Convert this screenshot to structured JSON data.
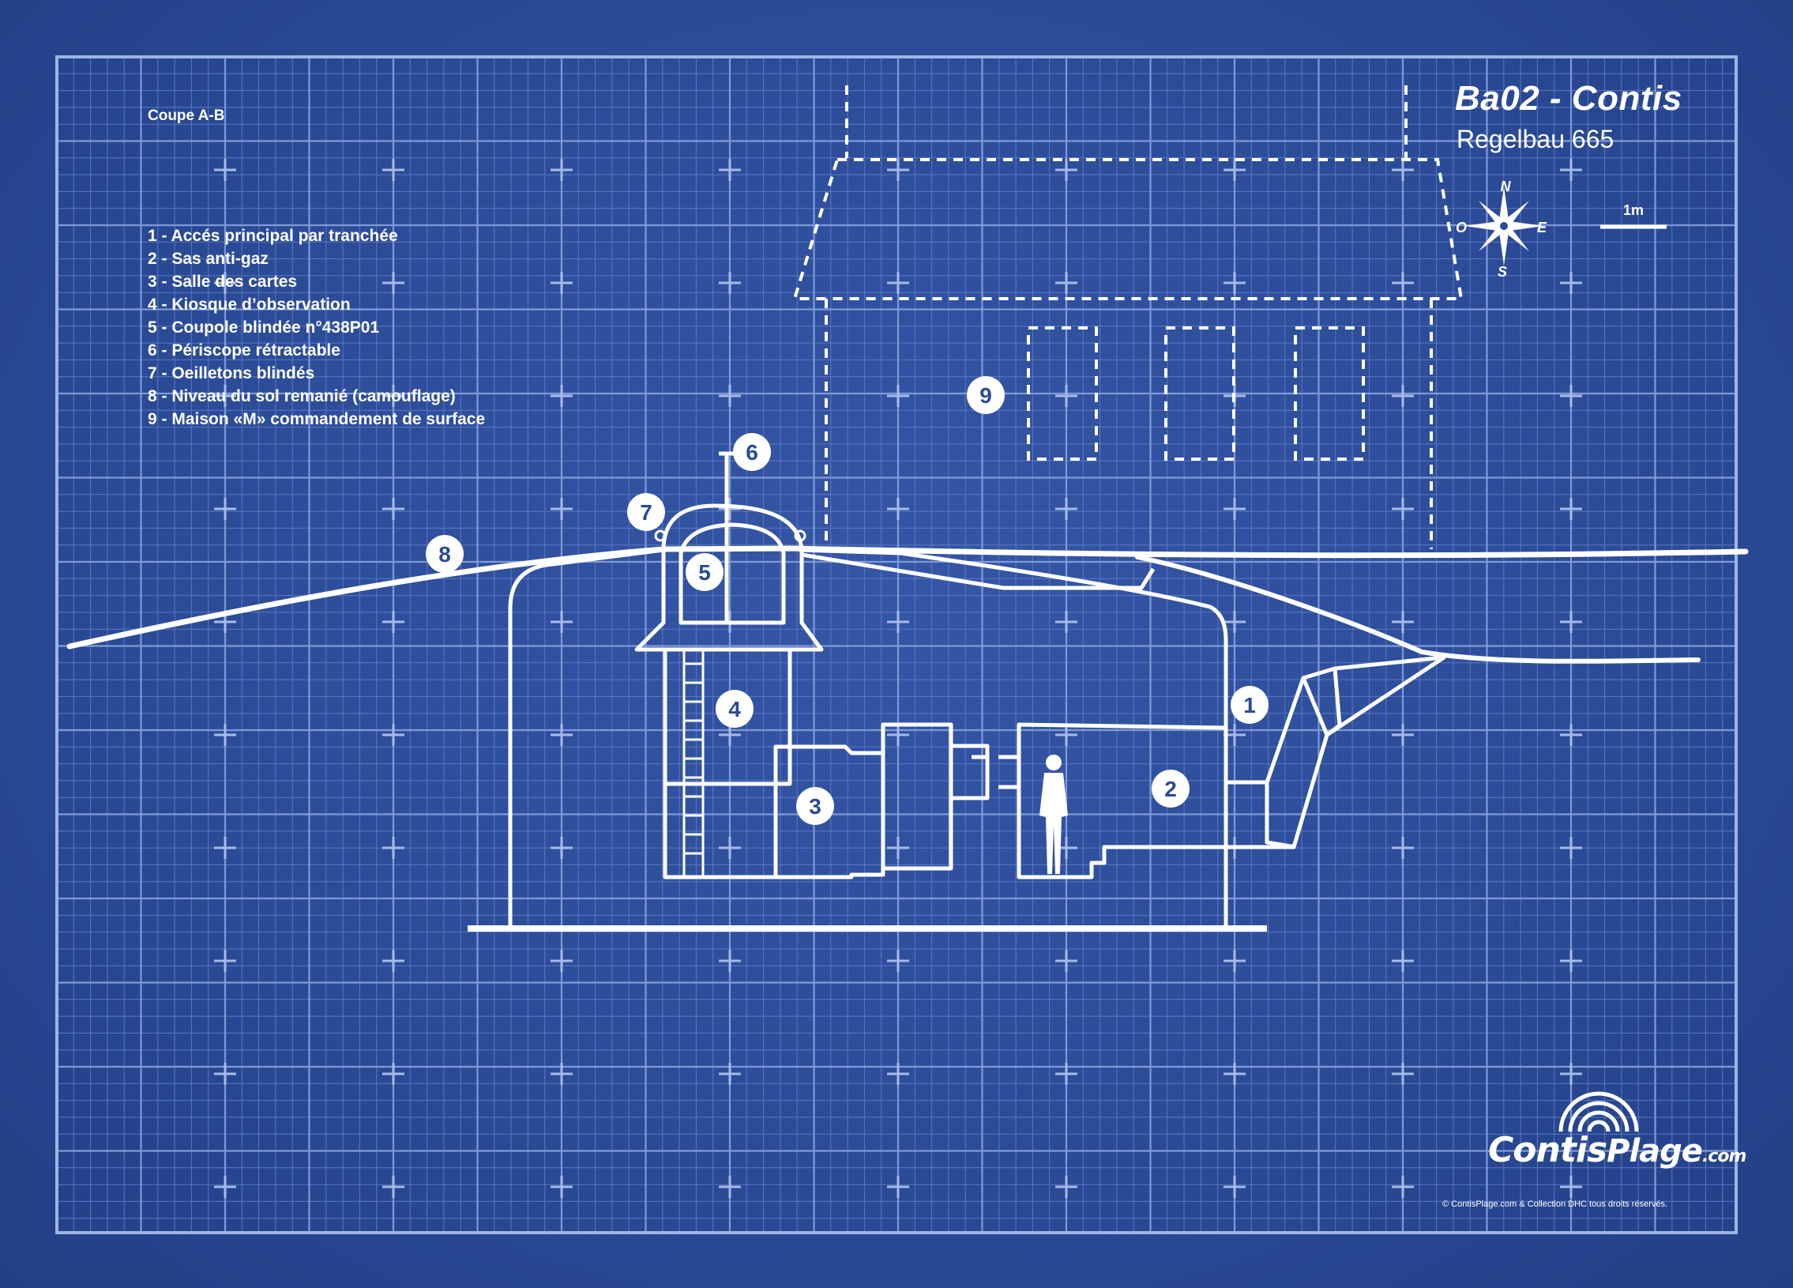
{
  "header": {
    "title": "Ba02 - Contis",
    "subtitle": "Regelbau 665"
  },
  "section_label": "Coupe A-B",
  "legend": [
    "1 - Accés principal par tranchée",
    "2 - Sas anti-gaz",
    "3 - Salle des cartes",
    "4 - Kiosque d’observation",
    "5 - Coupole blindée n°438P01",
    "6 -  Périscope rétractable",
    "7 - Oeilletons blindés",
    "8 - Niveau du sol remanié (camouflage)",
    "9 - Maison «M» commandement de surface"
  ],
  "callouts": [
    "1",
    "2",
    "3",
    "4",
    "5",
    "6",
    "7",
    "8",
    "9"
  ],
  "compass": {
    "north": "N",
    "south": "S",
    "east": "E",
    "west": "O"
  },
  "scale_label": "1m",
  "logo": {
    "text_a": "Contis",
    "text_b": "Plage",
    "text_c": ".com"
  },
  "copyright": "© ContisPlage.com & Collection DHC tous droits réservés.",
  "colors": {
    "background": "#2b4b96",
    "line": "#ffffff",
    "grid": "#7f9ad8",
    "callout_text": "#2a4a96"
  }
}
